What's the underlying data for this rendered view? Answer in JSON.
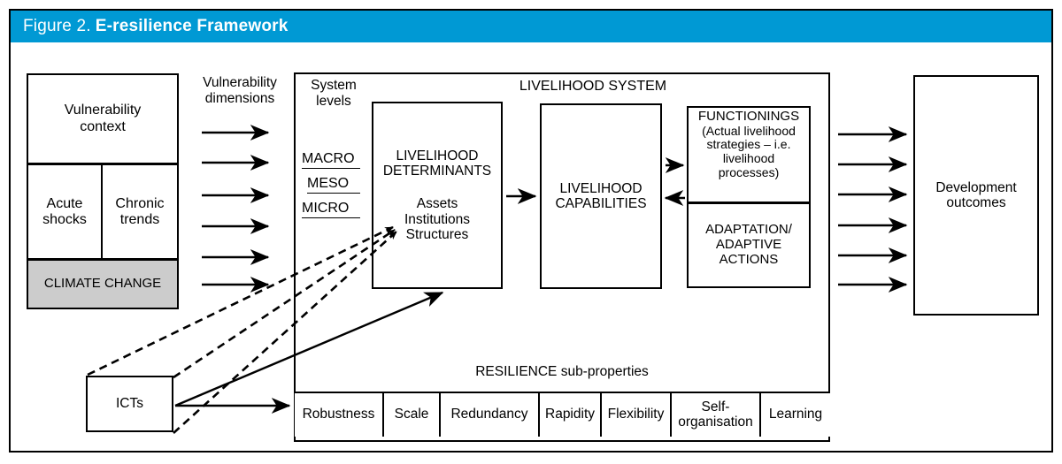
{
  "figure": {
    "number_label": "Figure 2.",
    "title": "E-resilience Framework",
    "header_color": "#0099d4",
    "header_text_color": "#ffffff",
    "border_color": "#000000",
    "background_color": "#ffffff"
  },
  "vulnerability": {
    "context_label": "Vulnerability\ncontext",
    "acute_shocks_label": "Acute\nshocks",
    "chronic_trends_label": "Chronic\ntrends",
    "climate_change_label": "CLIMATE CHANGE",
    "climate_change_fill": "#cccccc",
    "dimensions_label": "Vulnerability\ndimensions",
    "dimension_arrow_count": 6
  },
  "livelihood_system": {
    "title": "LIVELIHOOD SYSTEM",
    "system_levels_label": "System\nlevels",
    "levels": [
      {
        "name": "MACRO"
      },
      {
        "name": "MESO"
      },
      {
        "name": "MICRO"
      }
    ],
    "determinants": {
      "title": "LIVELIHOOD\nDETERMINANTS",
      "items": "Assets\nInstitutions\nStructures"
    },
    "capabilities": {
      "title": "LIVELIHOOD\nCAPABILITIES"
    },
    "functionings": {
      "title": "FUNCTIONINGS",
      "detail": "(Actual livelihood\nstrategies – i.e.\nlivelihood\nprocesses)"
    },
    "adaptation": {
      "title": "ADAPTATION/\nADAPTIVE\nACTIONS"
    },
    "resilience": {
      "title": "RESILIENCE sub-properties",
      "sub_properties": [
        {
          "label": "Robustness",
          "width": 101
        },
        {
          "label": "Scale",
          "width": 64
        },
        {
          "label": "Redundancy",
          "width": 112
        },
        {
          "label": "Rapidity",
          "width": 70
        },
        {
          "label": "Flexibility",
          "width": 79
        },
        {
          "label": "Self-\norganisation",
          "width": 101
        },
        {
          "label": "Learning",
          "width": 78
        }
      ]
    }
  },
  "outcomes": {
    "label": "Development\noutcomes",
    "arrow_count": 6
  },
  "icts": {
    "label": "ICTs"
  }
}
